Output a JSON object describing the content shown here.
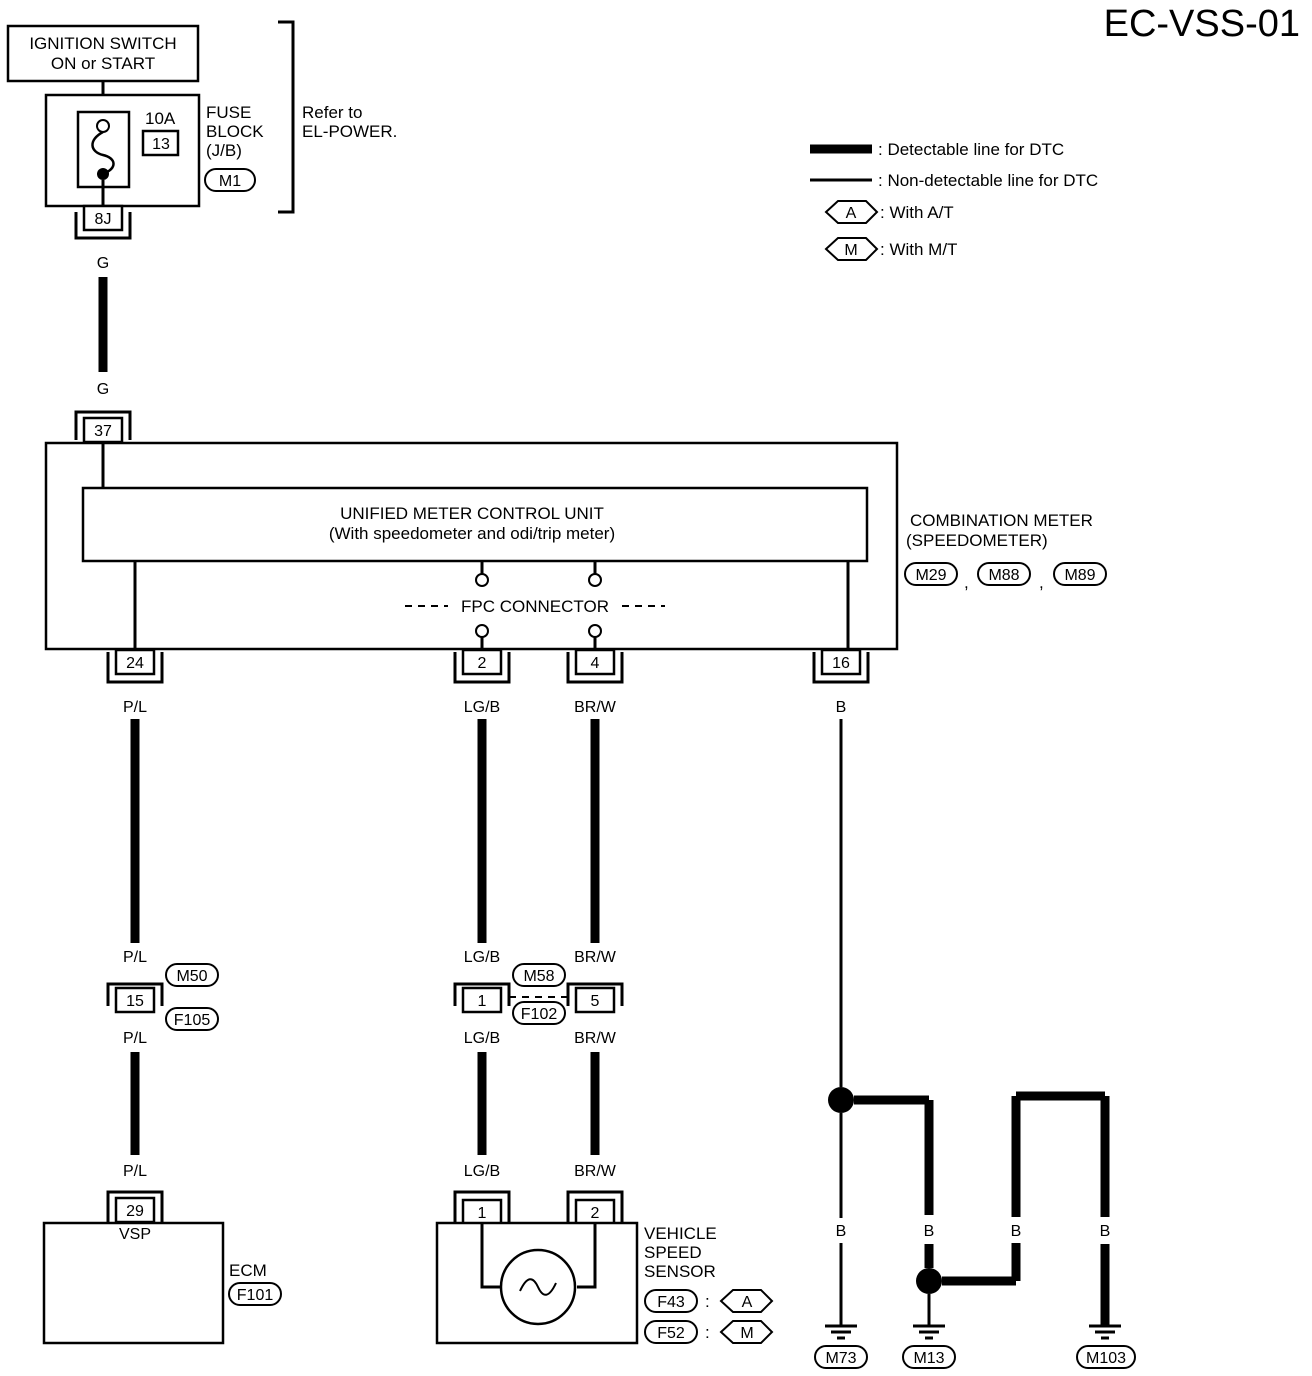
{
  "diagram_id": "EC-VSS-01",
  "legend": {
    "detectable": ": Detectable line for DTC",
    "non_detectable": ": Non-detectable line for DTC",
    "at_symbol": "A",
    "at_text": ": With A/T",
    "mt_symbol": "M",
    "mt_text": ": With M/T"
  },
  "ignition": {
    "line1": "IGNITION SWITCH",
    "line2": "ON or START"
  },
  "fuse": {
    "amp": "10A",
    "number": "13",
    "label1": "FUSE",
    "label2": "BLOCK",
    "label3": "(J/B)",
    "connector": "M1",
    "terminal": "8J",
    "refer1": "Refer to",
    "refer2": "EL-POWER."
  },
  "wire_g": {
    "top": "G",
    "bottom": "G"
  },
  "meter": {
    "power_terminal": "37",
    "unit_line1": "UNIFIED METER CONTROL UNIT",
    "unit_line2": "(With speedometer and odi/trip meter)",
    "fpc": "FPC CONNECTOR",
    "label1": "COMBINATION METER",
    "label2": "(SPEEDOMETER)",
    "connectors": [
      "M29",
      "M88",
      "M89"
    ],
    "comma": ","
  },
  "pins": {
    "p24": "24",
    "p2": "2",
    "p4": "4",
    "p16": "16"
  },
  "wires": {
    "pl": "P/L",
    "lgb": "LG/B",
    "brw": "BR/W",
    "b": "B"
  },
  "inline": {
    "pin15": "15",
    "m50": "M50",
    "f105": "F105",
    "pin1": "1",
    "pin5": "5",
    "m58": "M58",
    "f102": "F102"
  },
  "ecm": {
    "terminal": "29",
    "signal": "VSP",
    "label": "ECM",
    "connector": "F101"
  },
  "sensor": {
    "pin1": "1",
    "pin2": "2",
    "label1": "VEHICLE",
    "label2": "SPEED",
    "label3": "SENSOR",
    "conn_at": "F43",
    "conn_mt": "F52",
    "colon": ":",
    "at": "A",
    "mt": "M"
  },
  "grounds": [
    "M73",
    "M13",
    "M103"
  ]
}
